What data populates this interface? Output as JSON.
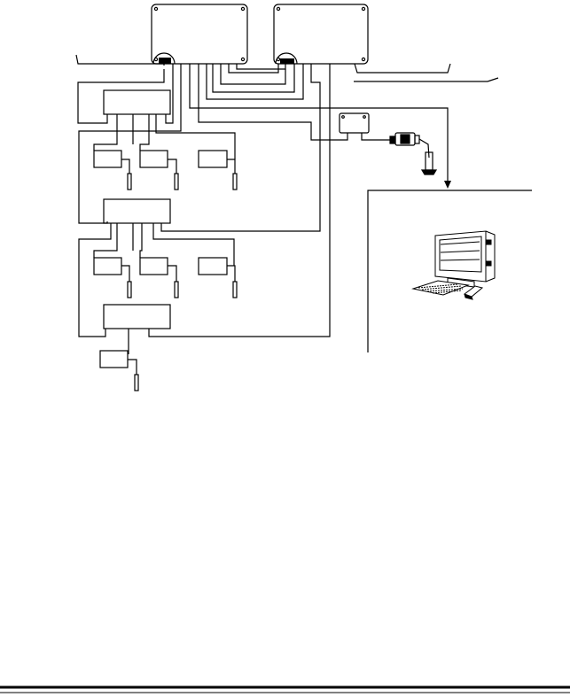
{
  "diagram": {
    "stroke_color": "#000000",
    "background": "#ffffff",
    "nodes": [
      {
        "id": "controller-1",
        "kind": "panel",
        "label": ""
      },
      {
        "id": "controller-2",
        "kind": "panel",
        "label": ""
      },
      {
        "id": "hub-1",
        "kind": "junction",
        "label": ""
      },
      {
        "id": "hub-2",
        "kind": "junction",
        "label": ""
      },
      {
        "id": "hub-3",
        "kind": "junction",
        "label": ""
      },
      {
        "id": "relay-box",
        "kind": "small-box",
        "label": ""
      },
      {
        "id": "reader-device",
        "kind": "device",
        "label": ""
      },
      {
        "id": "workstation",
        "kind": "computer",
        "label": ""
      }
    ],
    "device_groups": [
      {
        "hub": "hub-1",
        "devices": 3
      },
      {
        "hub": "hub-2",
        "devices": 3
      },
      {
        "hub": "hub-3",
        "devices": 1
      }
    ],
    "icons": [
      "computer-monitor-icon",
      "keyboard-icon",
      "mouse-icon",
      "plug-connector-icon",
      "arrow-down-icon"
    ]
  },
  "footer": {
    "rule": "double"
  }
}
